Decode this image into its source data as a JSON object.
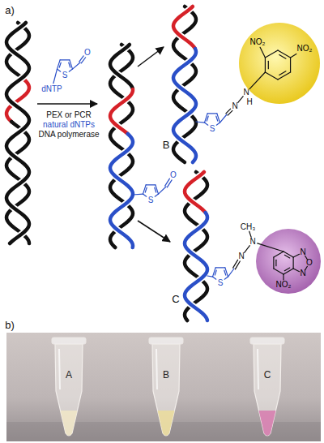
{
  "diagram": {
    "nodes": [
      {
        "text": [
          "NO₂",
          "NO₂"
        ]
      },
      {
        "text": [
          "N",
          "O",
          "N",
          "NO₂"
        ]
      }
    ],
    "labels": [
      "a)",
      "O",
      "S",
      "dNTP",
      "PEX or PCR",
      "natural dNTPs",
      "DNA polymerase",
      "N",
      "H",
      "N",
      "S",
      "B",
      "O",
      "S",
      "CH₃",
      "N",
      "N",
      "S",
      "C",
      "b)",
      "A",
      "B",
      "C"
    ]
  }
}
